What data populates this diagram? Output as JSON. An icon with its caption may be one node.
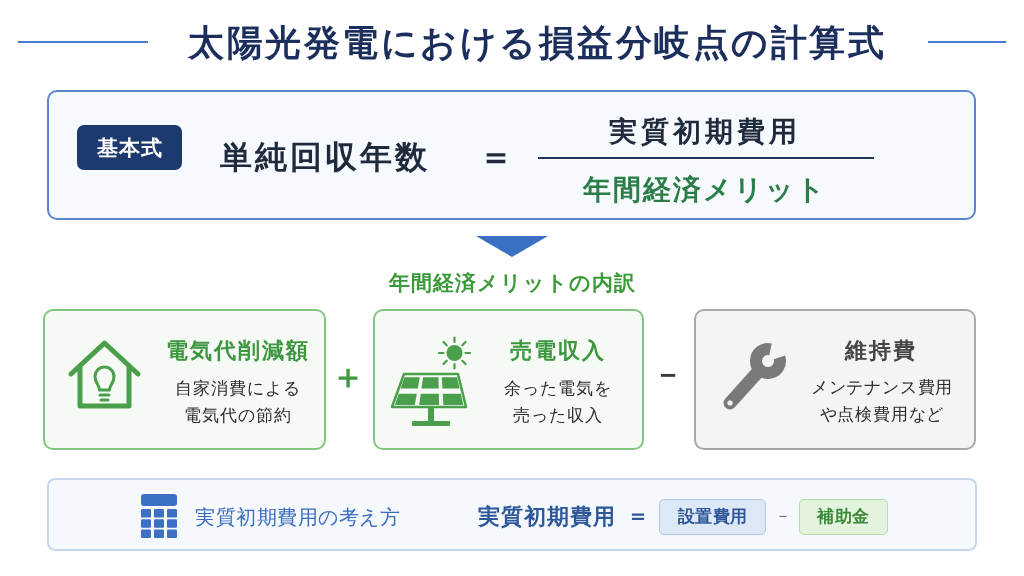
{
  "diagram": {
    "title": "太陽光発電における損益分岐点の計算式",
    "nodes": [
      {
        "text": [
          "単純回収年数",
          "＝",
          "実質初期費用",
          "年間経済メリット"
        ]
      },
      {
        "text": [
          "基本式"
        ],
        "in": 0
      },
      {
        "text": [
          "年間経済メリットの内訳"
        ]
      },
      {
        "text": [
          "電気代削減額",
          "自家消費による電気代の節約"
        ]
      },
      {
        "text": [
          "売電収入",
          "余った電気を売った収入"
        ]
      },
      {
        "text": [
          "維持費",
          "メンテナンス費用や点検費用など"
        ]
      },
      {
        "text": [
          "実質初期費用の考え方",
          "実質初期費用",
          "＝",
          "－"
        ]
      },
      {
        "text": [
          "設置費用"
        ],
        "in": 6
      },
      {
        "text": [
          "補助金"
        ],
        "in": 6
      }
    ],
    "edges": [
      {
        "from": 0,
        "to": 2,
        "arrow": "to"
      }
    ],
    "labels": [
      "＋",
      "－"
    ]
  }
}
